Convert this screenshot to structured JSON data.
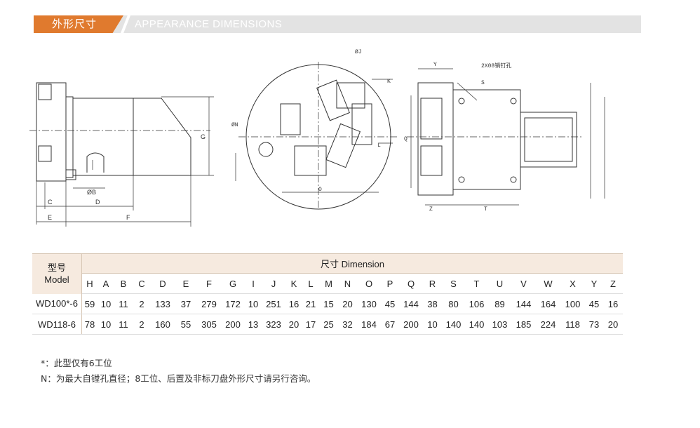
{
  "section": {
    "title_cn": "外形尺寸",
    "title_en": "APPEARANCE DIMENSIONS"
  },
  "drawing_labels": {
    "c": "C",
    "d": "D",
    "e": "E",
    "f": "F",
    "g": "G",
    "b": "ØB",
    "j": "ØJ",
    "k": "K",
    "n": "ØN",
    "l": "L",
    "o": "O",
    "y": "Y",
    "s": "S",
    "holes": "2X08销钉孔",
    "z": "Z",
    "t": "T",
    "q": "Q"
  },
  "table": {
    "model_header_cn": "型号",
    "model_header_en": "Model",
    "dimension_header": "尺寸 Dimension",
    "columns": [
      "H",
      "A",
      "B",
      "C",
      "D",
      "E",
      "F",
      "G",
      "I",
      "J",
      "K",
      "L",
      "M",
      "N",
      "O",
      "P",
      "Q",
      "R",
      "S",
      "T",
      "U",
      "V",
      "W",
      "X",
      "Y",
      "Z"
    ],
    "rows": [
      {
        "model": "WD100*-6",
        "values": [
          "59",
          "10",
          "11",
          "2",
          "133",
          "37",
          "279",
          "172",
          "10",
          "251",
          "16",
          "21",
          "15",
          "20",
          "130",
          "45",
          "144",
          "38",
          "80",
          "106",
          "89",
          "144",
          "164",
          "100",
          "45",
          "16"
        ]
      },
      {
        "model": "WD118-6",
        "values": [
          "78",
          "10",
          "11",
          "2",
          "160",
          "55",
          "305",
          "200",
          "13",
          "323",
          "20",
          "17",
          "25",
          "32",
          "184",
          "67",
          "200",
          "10",
          "140",
          "140",
          "103",
          "185",
          "224",
          "118",
          "73",
          "20"
        ]
      }
    ]
  },
  "notes": [
    "*：此型仅有6工位",
    "N：为最大自镗孔直径；8工位、后置及非标刀盘外形尺寸请另行咨询。"
  ]
}
